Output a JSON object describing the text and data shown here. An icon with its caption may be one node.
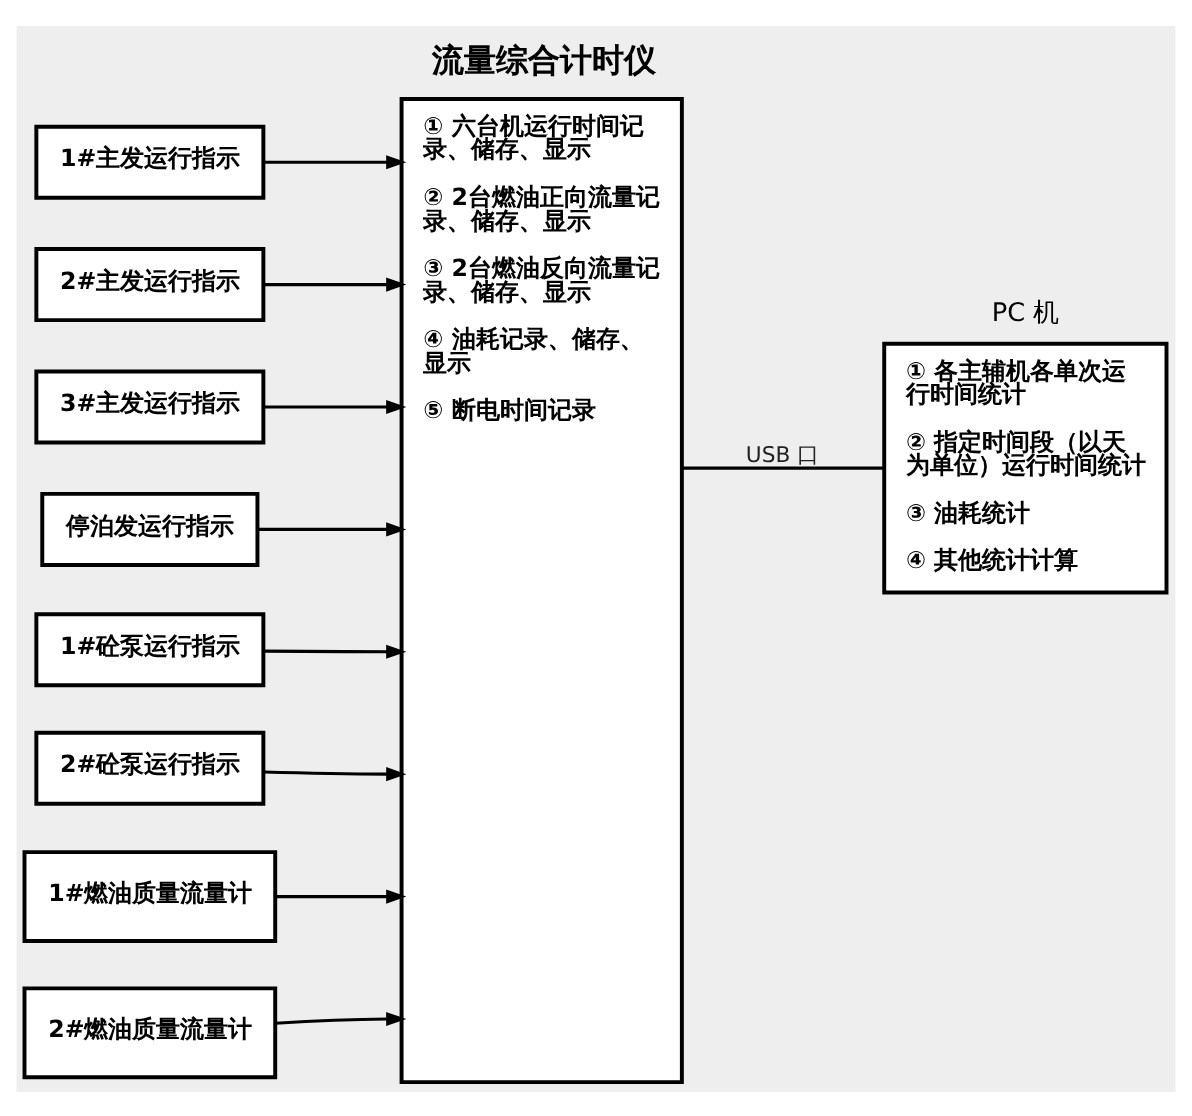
{
  "diagram": {
    "nodes": [
      {
        "text": [
          "1#主发运行指示"
        ]
      },
      {
        "text": [
          "2#主发运行指示"
        ]
      },
      {
        "text": [
          "3#主发运行指示"
        ]
      },
      {
        "text": [
          "停泊发运行指示"
        ]
      },
      {
        "text": [
          "1#砼泵运行指示"
        ]
      },
      {
        "text": [
          "2#砼泵运行指示"
        ]
      },
      {
        "text": [
          "1#燃油质量流量计"
        ]
      },
      {
        "text": [
          "2#燃油质量流量计"
        ]
      },
      {
        "text": [
          "流量综合计时仪",
          "① 六台机运行时间记录、储存、显示",
          "② 2台燃油正向流量记录、储存、显示",
          "③ 2台燃油反向流量记录、储存、显示",
          "④ 油耗记录、储存、显示",
          "⑤ 断电时间记录"
        ]
      },
      {
        "text": [
          "PC 机",
          "① 各主辅机各单次运行时间统计",
          "② 指定时间段（以天为单位）运行时间统计",
          "③ 油耗统计",
          "④ 其他统计计算"
        ]
      }
    ],
    "edges": [
      {
        "from": 0,
        "to": 8,
        "arrow": "to"
      },
      {
        "from": 1,
        "to": 8,
        "arrow": "to"
      },
      {
        "from": 2,
        "to": 8,
        "arrow": "to"
      },
      {
        "from": 3,
        "to": 8,
        "arrow": "to"
      },
      {
        "from": 4,
        "to": 8,
        "arrow": "to"
      },
      {
        "from": 5,
        "to": 8,
        "arrow": "to"
      },
      {
        "from": 6,
        "to": 8,
        "arrow": "to"
      },
      {
        "from": 7,
        "to": 8,
        "arrow": "to"
      },
      {
        "from": 8,
        "to": 9,
        "arrow": "none",
        "label": "USB 口"
      }
    ]
  }
}
